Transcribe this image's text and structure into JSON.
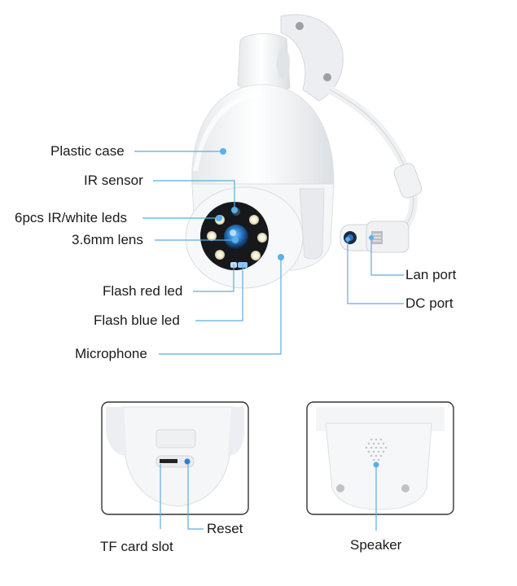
{
  "labels": {
    "plastic_case": "Plastic case",
    "ir_sensor": "IR sensor",
    "ir_white_leds": "6pcs IR/white leds",
    "lens": "3.6mm lens",
    "flash_red_led": "Flash red led",
    "flash_blue_led": "Flash blue led",
    "microphone": "Microphone",
    "lan_port": "Lan port",
    "dc_port": "DC port",
    "tf_card_slot": "TF card slot",
    "reset": "Reset",
    "speaker": "Speaker"
  },
  "colors": {
    "leader_line": "#5aaee0",
    "marker_dot": "#5ab0ea",
    "camera_body": "#f4f5f7",
    "lens_dark": "#15161a",
    "lens_blue": "#2a7fd0",
    "frame": "#333333"
  }
}
